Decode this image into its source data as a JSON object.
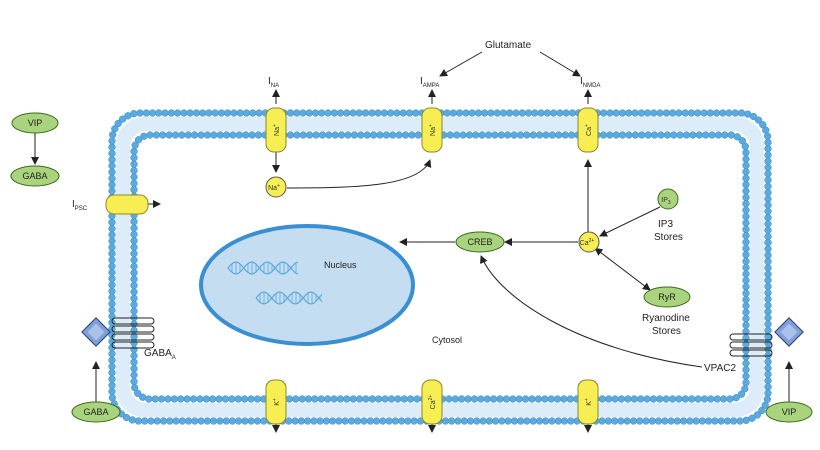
{
  "colors": {
    "membrane": "#5aa9df",
    "membrane_dark": "#3d8cc8",
    "channel": "#f6ee52",
    "channel_stroke": "#8a8a2a",
    "green_node": "#a9d37c",
    "green_stroke": "#3d6b1f",
    "nucleus_fill": "#c5ddf1",
    "nucleus_stroke": "#3a8fd3",
    "dna": "#5aa9df",
    "receptor": "#7f9fd8",
    "arrow": "#222222"
  },
  "labels": {
    "glutamate": "Glutamate",
    "i_na": {
      "base": "I",
      "sub": "NA"
    },
    "i_ampa": {
      "base": "I",
      "sub": "AMPA"
    },
    "i_nmda": {
      "base": "I",
      "sub": "NMDA"
    },
    "i_psc": {
      "base": "I",
      "sub": "PSC"
    },
    "gaba_a": {
      "base": "GABA",
      "sub": "A"
    },
    "nucleus": "Nucleus",
    "cytosol": "Cytosol",
    "ip3_stores": [
      "IP3",
      "Stores"
    ],
    "ryanodine_stores": [
      "Ryanodine",
      "Stores"
    ],
    "vpac2": "VPAC2"
  },
  "nodes": {
    "vip_top": "VIP",
    "gaba_top": "GABA",
    "gaba_bottom": "GABA",
    "vip_bottom": "VIP",
    "creb": "CREB",
    "ryr": "RyR",
    "na_ion": {
      "base": "Na",
      "sup": "+"
    },
    "ca_ion": {
      "base": "Ca",
      "sup": "2+"
    },
    "ip3": {
      "base": "IP",
      "sub": "3"
    }
  },
  "channels": {
    "na_top": {
      "base": "Na",
      "sup": "+"
    },
    "ampa": {
      "base": "Na",
      "sup": "+"
    },
    "nmda": {
      "base": "Ca",
      "sup": "+"
    },
    "k_left": {
      "base": "K",
      "sup": "+"
    },
    "ca_bottom": {
      "base": "Ca",
      "sup": "2+"
    },
    "k_right": {
      "base": "K",
      "sup": "+"
    }
  }
}
